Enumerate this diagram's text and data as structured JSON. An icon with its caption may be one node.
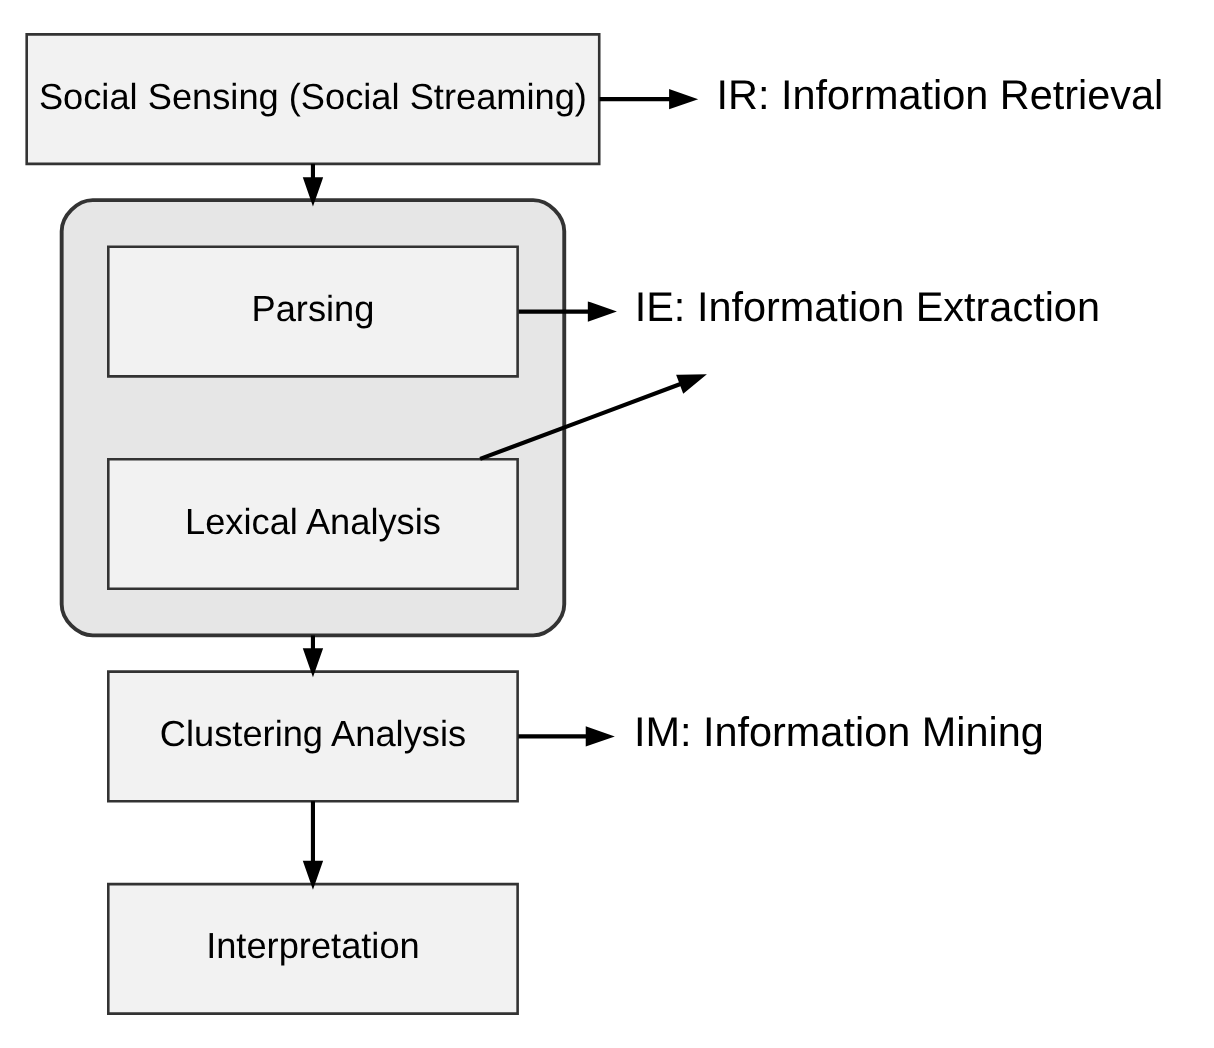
{
  "diagram": {
    "nodes": [
      {
        "text": [
          "Social Sensing (Social Streaming)"
        ]
      },
      {
        "text": [],
        "shape": "box"
      },
      {
        "text": [
          "Parsing"
        ],
        "in": 1
      },
      {
        "text": [
          "Lexical Analysis"
        ],
        "in": 1
      },
      {
        "text": [
          "Clustering Analysis"
        ]
      },
      {
        "text": [
          "Interpretation"
        ]
      },
      {
        "text": [
          "IR: Information Retrieval"
        ]
      },
      {
        "text": [
          "IE: Information Extraction"
        ]
      },
      {
        "text": [
          "IM: Information Mining"
        ]
      }
    ],
    "edges": [
      {
        "from": 0,
        "to": 6,
        "arrow": "to"
      },
      {
        "from": 0,
        "to": 1,
        "arrow": "to"
      },
      {
        "from": 2,
        "to": 7,
        "arrow": "to"
      },
      {
        "from": 3,
        "to": 7,
        "arrow": "to"
      },
      {
        "from": 1,
        "to": 4,
        "arrow": "to"
      },
      {
        "from": 4,
        "to": 8,
        "arrow": "to"
      },
      {
        "from": 4,
        "to": 5,
        "arrow": "to"
      }
    ]
  }
}
